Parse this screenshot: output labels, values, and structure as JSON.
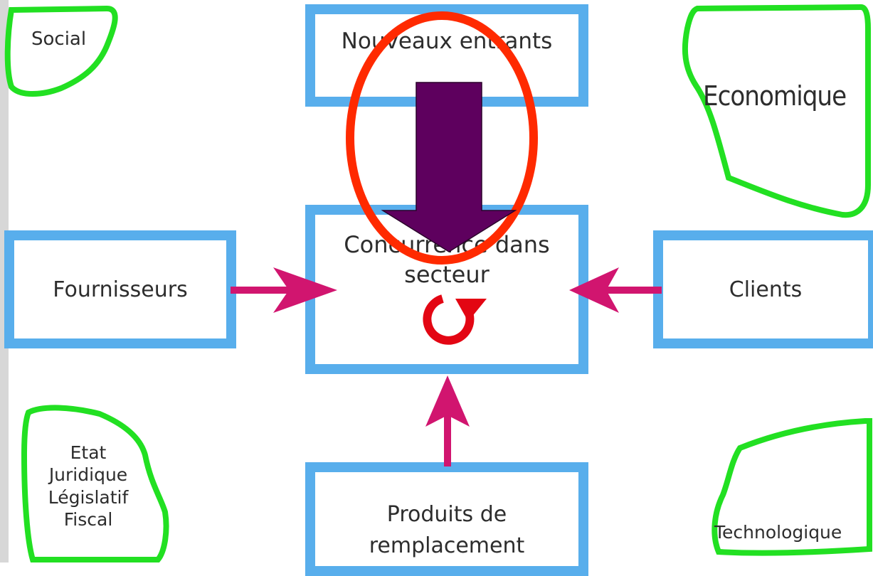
{
  "forces": {
    "nouveaux_entrants": "Nouveaux entrants",
    "concurrence_line1": "Concurrence dans",
    "concurrence_line2": "secteur",
    "fournisseurs": "Fournisseurs",
    "clients": "Clients",
    "produits_line1": "Produits de",
    "produits_line2": "remplacement"
  },
  "environment": {
    "social": "Social",
    "economique": "Economique",
    "etat": "Etat",
    "juridique": "Juridique",
    "legislatif": "Législatif",
    "fiscal": "Fiscal",
    "technologique": "Technologique"
  },
  "colors": {
    "box_border": "#58aeec",
    "blob_border": "#22e022",
    "force_arrow": "#d1156f",
    "highlight_ellipse": "#ff2a00",
    "down_arrow": "#5e005e",
    "cycle_icon": "#e30613"
  }
}
